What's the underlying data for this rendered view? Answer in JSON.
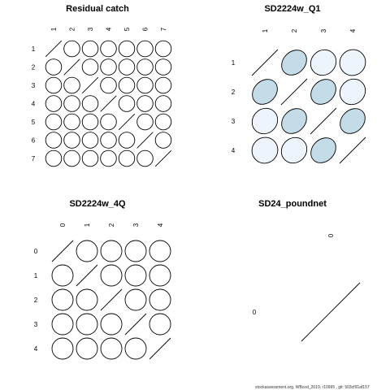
{
  "chart_data": [
    {
      "type": "heatmap",
      "title": "Residual catch",
      "labels": [
        "1",
        "2",
        "3",
        "4",
        "5",
        "6",
        "7"
      ],
      "matrix": [
        [
          1,
          0,
          0,
          0,
          0,
          0,
          0
        ],
        [
          0,
          1,
          0,
          0,
          0,
          0,
          0
        ],
        [
          0,
          0,
          1,
          0,
          0,
          0,
          0
        ],
        [
          0,
          0,
          0,
          1,
          0,
          0,
          0
        ],
        [
          0,
          0,
          0,
          0,
          1,
          0,
          0
        ],
        [
          0,
          0,
          0,
          0,
          0,
          1,
          0
        ],
        [
          0,
          0,
          0,
          0,
          0,
          0,
          1
        ]
      ]
    },
    {
      "type": "heatmap",
      "title": "SD2224w_Q1",
      "labels": [
        "1",
        "2",
        "3",
        "4"
      ],
      "matrix": [
        [
          1,
          0.35,
          0.15,
          0.05
        ],
        [
          0.35,
          1,
          0.35,
          0.15
        ],
        [
          0.15,
          0.35,
          1,
          0.35
        ],
        [
          0.05,
          0.15,
          0.35,
          1
        ]
      ]
    },
    {
      "type": "heatmap",
      "title": "SD2224w_4Q",
      "labels": [
        "0",
        "1",
        "2",
        "3",
        "4"
      ],
      "matrix": [
        [
          1,
          0,
          0,
          0,
          0
        ],
        [
          0,
          1,
          0,
          0,
          0
        ],
        [
          0,
          0,
          1,
          0,
          0
        ],
        [
          0,
          0,
          0,
          1,
          0
        ],
        [
          0,
          0,
          0,
          0,
          1
        ]
      ]
    },
    {
      "type": "heatmap",
      "title": "SD24_poundnet",
      "labels": [
        "0"
      ],
      "matrix": [
        [
          1
        ]
      ]
    }
  ],
  "colors": {
    "positive_low": "#eef4fb",
    "positive_mid": "#c4dbe8",
    "outline": "#000000"
  },
  "footer": "stockassessment.org, WBcod_2019, r10995 , git: 503cf91af157"
}
